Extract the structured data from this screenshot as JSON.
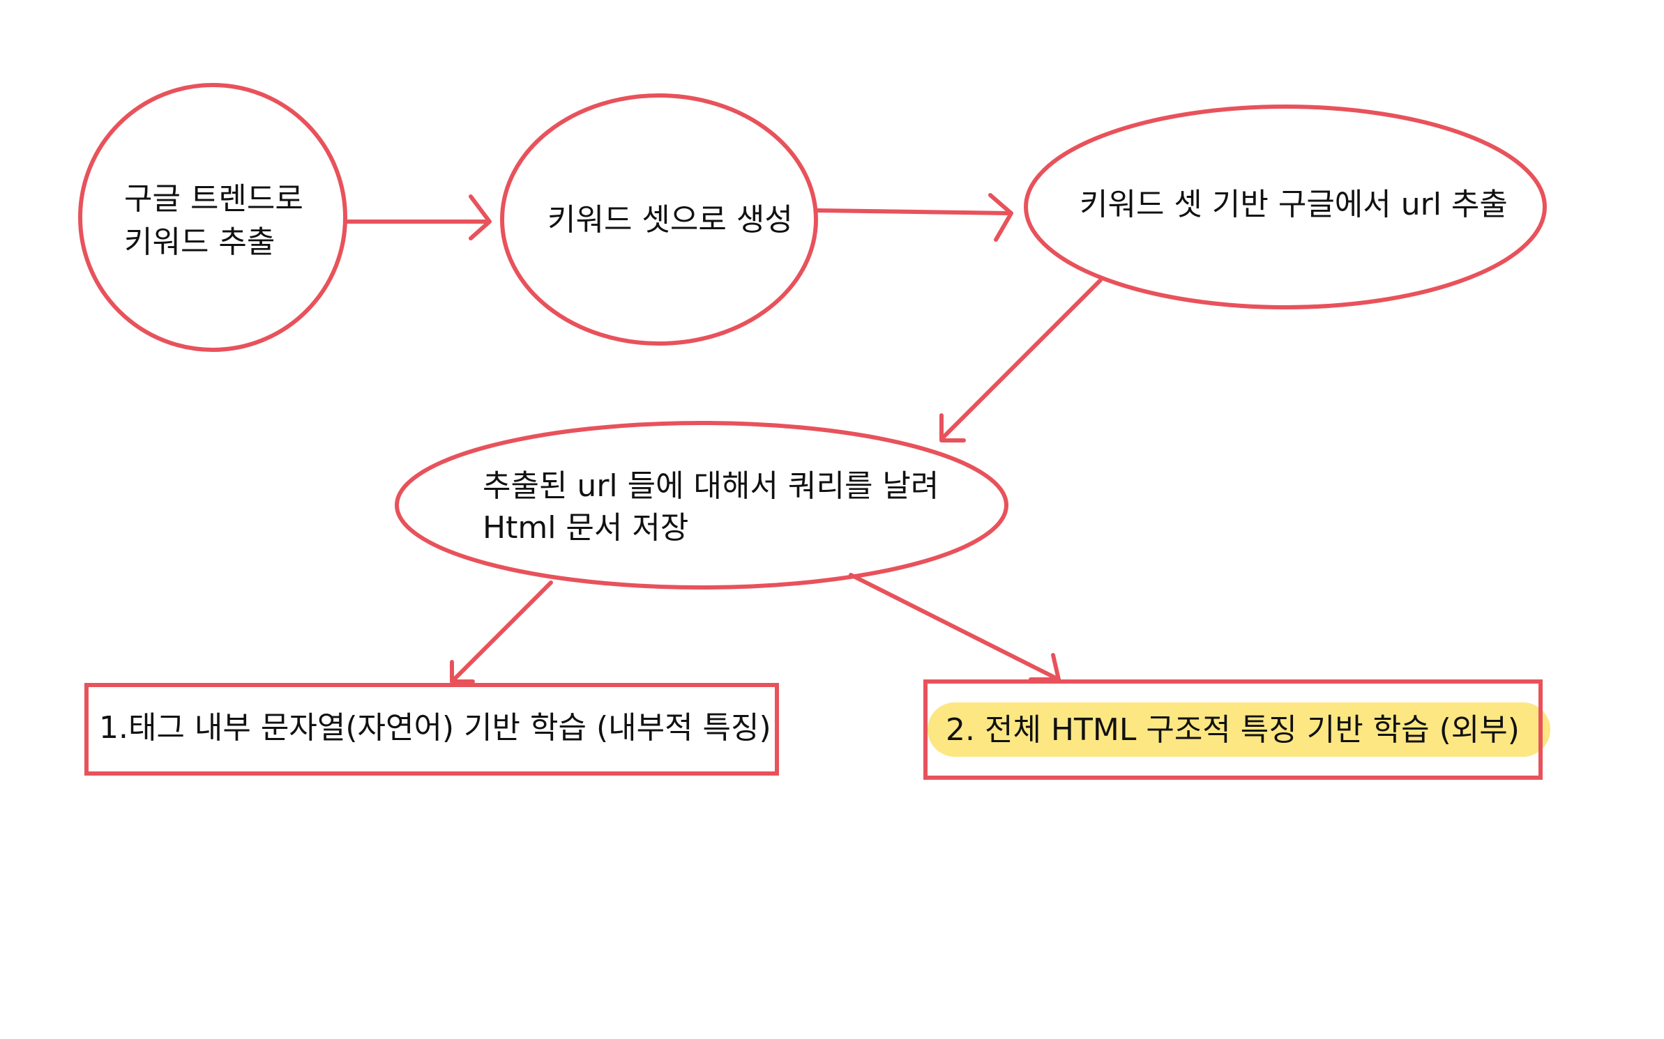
{
  "nodes": {
    "trend": {
      "line1": "구글 트렌드로",
      "line2": "키워드 추출"
    },
    "keywordset": {
      "label": "키워드 셋으로 생성"
    },
    "urlextract": {
      "label": "키워드 셋 기반 구글에서 url 추출"
    },
    "htmlsave": {
      "line1": "추출된 url 들에 대해서 쿼리를 날려",
      "line2": "Html 문서 저장"
    },
    "learn_internal": {
      "label": "1.태그 내부 문자열(자연어) 기반 학습 (내부적 특징)"
    },
    "learn_external": {
      "label": "2. 전체 HTML 구조적 특징 기반 학습 (외부)"
    }
  },
  "colors": {
    "stroke": "#e8525b",
    "highlight": "#fde783",
    "text": "#111111"
  }
}
